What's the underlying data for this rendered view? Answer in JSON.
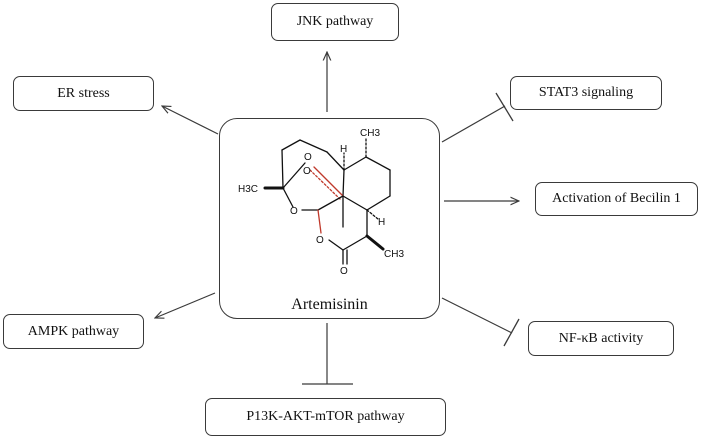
{
  "center": {
    "label": "Artemisinin",
    "molecule_labels": {
      "ch3_top": "CH3",
      "h3c_left": "H3C",
      "ch3_bottom": "CH3",
      "h_top": "H",
      "h_right": "H",
      "o_peroxide_top": "O",
      "o_peroxide_left": "O",
      "o_ring": "O",
      "o_lactone_ring": "O",
      "o_carbonyl": "O"
    }
  },
  "targets": {
    "jnk": "JNK pathway",
    "er_stress": "ER stress",
    "stat3": "STAT3 signaling",
    "becilin": "Activation of Becilin 1",
    "ampk": "AMPK pathway",
    "nfkb": "NF-κB activity",
    "pi3k": "P13K-AKT-mTOR pathway"
  },
  "relations": {
    "jnk": "activation",
    "er_stress": "activation",
    "becilin": "activation",
    "ampk": "activation",
    "stat3": "inhibition",
    "nfkb": "inhibition",
    "pi3k": "inhibition"
  }
}
